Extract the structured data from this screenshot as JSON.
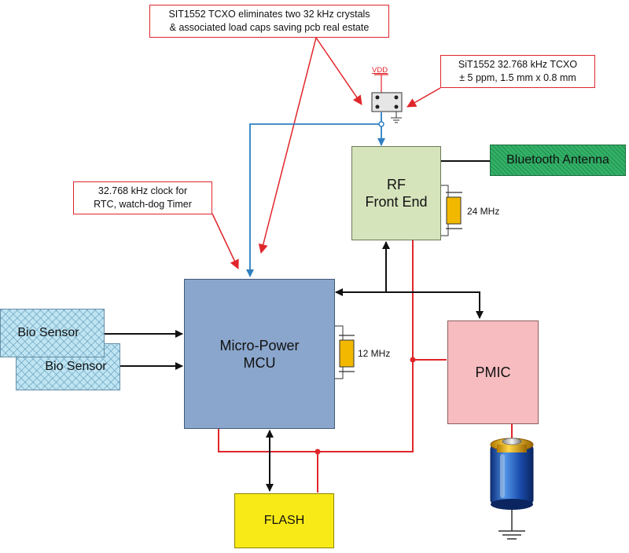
{
  "callouts": {
    "tcxo_note": [
      "SIT1552 TCXO eliminates two 32 kHz crystals",
      "& associated load caps saving pcb real estate"
    ],
    "tcxo_spec": [
      "SiT1552 32.768 kHz TCXO",
      "± 5 ppm, 1.5 mm x 0.8 mm"
    ],
    "rtc_note": [
      "32.768 kHz clock for",
      "RTC, watch-dog Timer"
    ]
  },
  "blocks": {
    "rf_front_end": [
      "RF",
      "Front End"
    ],
    "mcu": [
      "Micro-Power",
      "MCU"
    ],
    "pmic": "PMIC",
    "flash": "FLASH",
    "bluetooth_antenna": "Bluetooth Antenna",
    "bio_sensor_1": "Bio Sensor",
    "bio_sensor_2": "Bio Sensor"
  },
  "crystals": {
    "rf": "24 MHz",
    "mcu": "12 MHz"
  },
  "vdd_label": "VDD",
  "colors": {
    "rf_fill": "#d6e4bc",
    "mcu_fill": "#8aa6cc",
    "pmic_fill": "#f6bcc0",
    "flash_fill": "#f8ea17",
    "antenna_fill": "#33b168",
    "crystal_fill": "#f2b800",
    "red_wire": "#e0262b",
    "blue_wire": "#2f7fc1",
    "black_wire": "#111111"
  }
}
